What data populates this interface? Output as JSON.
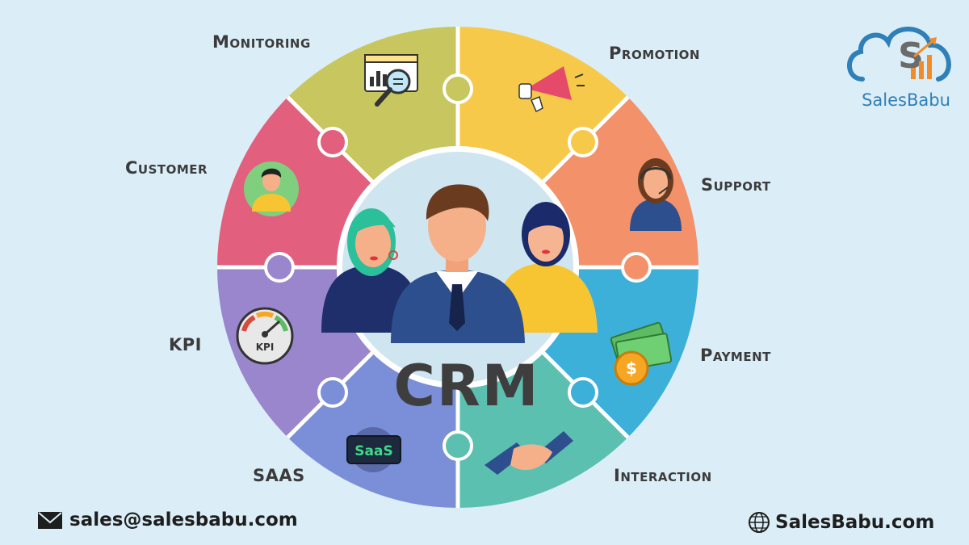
{
  "center": {
    "title": "CRM"
  },
  "segments": [
    {
      "label": "Monitoring",
      "icon": "monitoring-icon",
      "color": "#c8c65e"
    },
    {
      "label": "Promotion",
      "icon": "megaphone-icon",
      "color": "#f7c94a"
    },
    {
      "label": "Support",
      "icon": "support-agent-icon",
      "color": "#f2916a"
    },
    {
      "label": "Payment",
      "icon": "money-icon",
      "color": "#3cb0d8"
    },
    {
      "label": "Interaction",
      "icon": "handshake-icon",
      "color": "#5cc0b0"
    },
    {
      "label": "SAAS",
      "icon": "saas-icon",
      "color": "#7b8fd8",
      "badge": "SaaS"
    },
    {
      "label": "KPI",
      "icon": "kpi-gauge-icon",
      "color": "#9a86cc",
      "badge": "KPI"
    },
    {
      "label": "Customer",
      "icon": "customer-icon",
      "color": "#e35f7e"
    }
  ],
  "brand": {
    "name": "SalesBabu",
    "logo_letter": "S",
    "colors": {
      "blue": "#2f7fb8",
      "orange": "#f28c28"
    }
  },
  "footer": {
    "email": "sales@salesbabu.com",
    "website": "SalesBabu.com"
  }
}
